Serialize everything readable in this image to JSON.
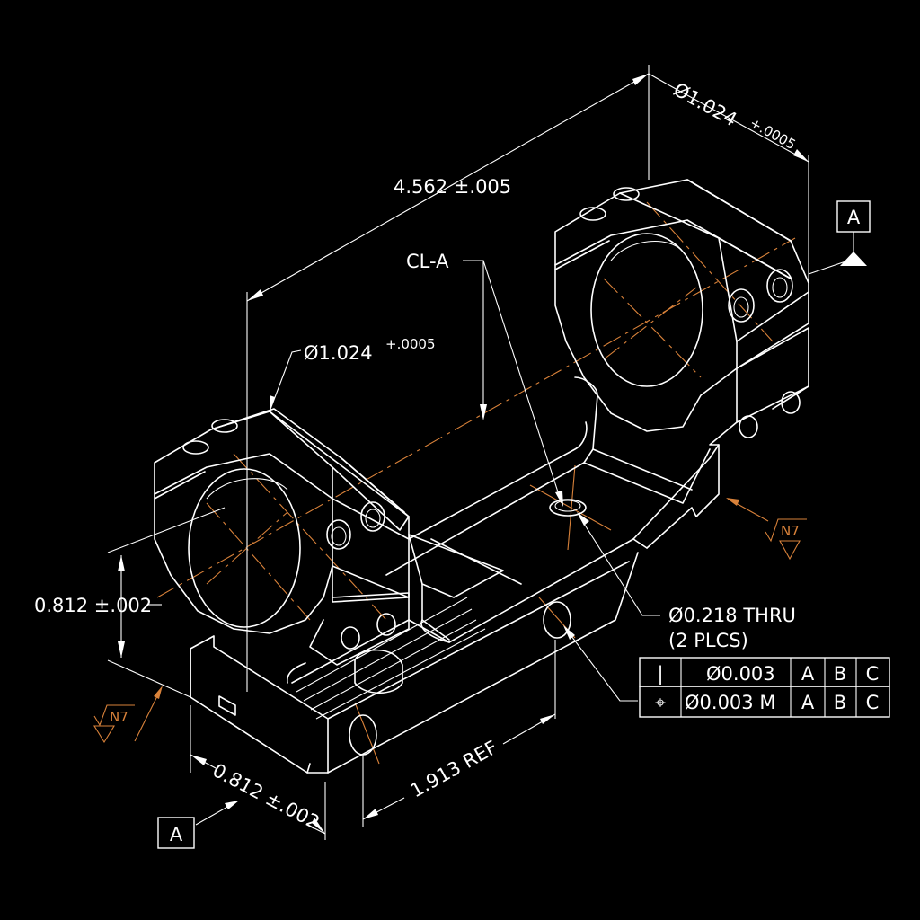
{
  "colors": {
    "background": "#000000",
    "line": "#ffffff",
    "centerline": "#d9823a"
  },
  "dimensions": {
    "overall_length": "4.562 ±.005",
    "ring_diameter_rear": "Ø1.024",
    "ring_diameter_rear_tol": "+.0005",
    "ring_diameter_front": "Ø1.024",
    "ring_diameter_front_tol": "+.0005",
    "height": "0.812 ±.002",
    "width": "0.812 ±.002",
    "hole_spacing": "1.913 REF",
    "hole_callout_line1": "Ø0.218 THRU",
    "hole_callout_line2": "(2 PLCS)",
    "centerline_label": "CL-A"
  },
  "datums": {
    "top": "A",
    "bottom": "A"
  },
  "surface_finish": {
    "right": "N7",
    "left": "N7"
  },
  "fcf": {
    "row1": {
      "symbol": "|",
      "tolerance": "Ø0.003",
      "d1": "A",
      "d2": "B",
      "d3": "C"
    },
    "row2": {
      "symbol": "⌖",
      "tolerance": "Ø0.003 M",
      "d1": "A",
      "d2": "B",
      "d3": "C"
    }
  }
}
